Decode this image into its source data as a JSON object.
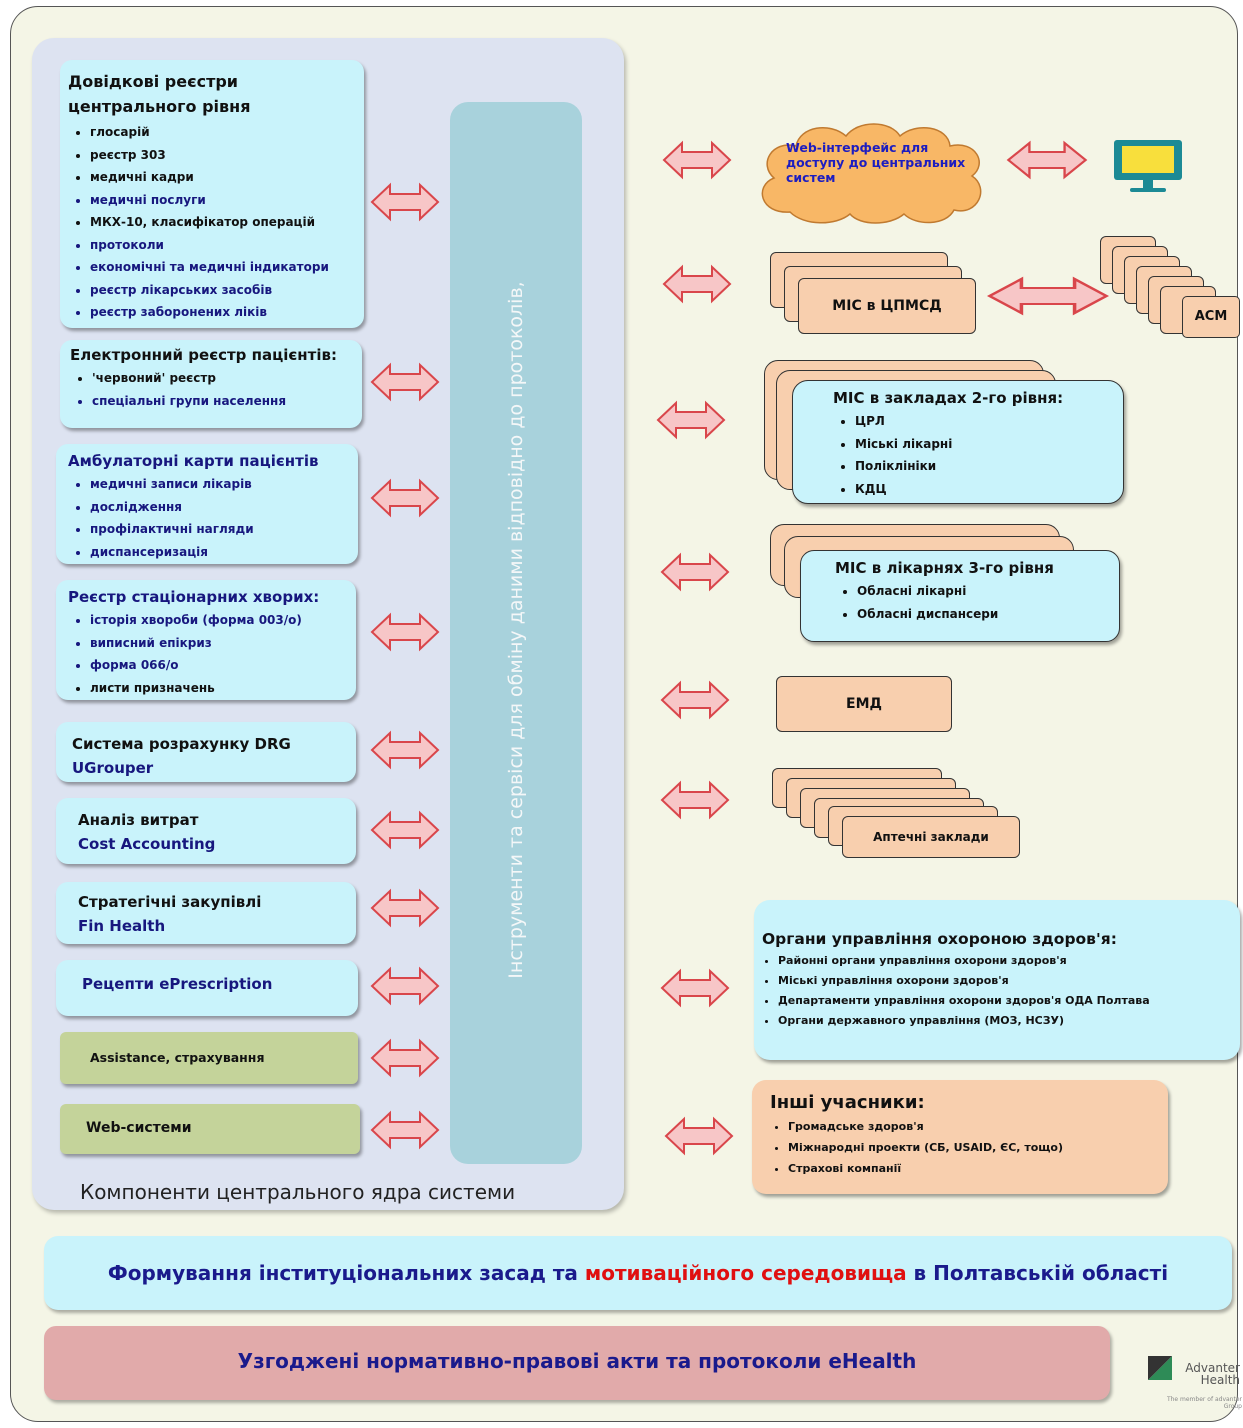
{
  "registries": {
    "title1": "Довідкові реєстри",
    "title2": "центрального рівня",
    "items": [
      "глосарій",
      "реєстр 303",
      "медичні кадри",
      "медичні послуги",
      "МКХ-10, класифікатор операцій",
      "протоколи",
      "економічні та медичні індикатори",
      "реєстр лікарських засобів",
      "реєстр заборонених ліків"
    ]
  },
  "patients": {
    "title": "Електронний реєстр пацієнтів:",
    "items": [
      "'червоний' реєстр",
      "спеціальні групи населення"
    ]
  },
  "ambulatory": {
    "title": "Амбулаторні карти пацієнтів",
    "items": [
      "медичні записи лікарів",
      "дослідження",
      "профілактичні нагляди",
      "диспансеризація"
    ]
  },
  "inpatient": {
    "title": "Реєстр стаціонарних хворих:",
    "items": [
      "історія хвороби (форма 003/о)",
      "виписний епікриз",
      "форма 066/о",
      "листи призначень"
    ]
  },
  "drg": {
    "line1": "Система розрахунку DRG",
    "line2": "UGrouper"
  },
  "cost": {
    "line1": "Аналіз витрат",
    "line2": "Cost Accounting"
  },
  "procurement": {
    "line1": "Стратегічні закупівлі",
    "line2": "Fin  Health"
  },
  "prescription": {
    "label": "Рецепти ePrescription"
  },
  "assistance": {
    "label": "Assistance, страхування"
  },
  "web_systems": {
    "label": "Web-системи"
  },
  "core_label": "Компоненти центрального ядра системи",
  "tools_label": "Інструменти та сервіси для обміну даними відповідно до протоколів,",
  "web_interface": "Web-інтерфейс для доступу до центральних систем",
  "mis_pmsd": "МІС в ЦПМСД",
  "acm": "АСМ",
  "mis_level2": {
    "title": "МІС в закладах 2-го рівня:",
    "items": [
      "ЦРЛ",
      "Міські лікарні",
      "Поліклініки",
      "КДЦ"
    ]
  },
  "mis_level3": {
    "title": "МІС в лікарнях 3-го рівня",
    "items": [
      "Обласні лікарні",
      "Обласні диспансери"
    ]
  },
  "emd": "ЕМД",
  "pharmacies": "Аптечні заклади",
  "health_authorities": {
    "title": "Органи управління охороною здоров'я:",
    "items": [
      "Районні органи управління охорони здоров'я",
      "Міські управління охорони здоров'я",
      "Департаменти управління охорони здоров'я ОДА Полтава",
      "Органи державного управління (МОЗ, НСЗУ)"
    ]
  },
  "others": {
    "title": "Інші учасники:",
    "items": [
      "Громадське здоров'я",
      "Міжнародні проекти (СБ, USAID, ЄС, тощо)",
      "Страхові компанії"
    ]
  },
  "banner1": {
    "part1": "Формування інституціональних засад та ",
    "part2": "мотиваційного середовища",
    "part3": " в Полтавській області"
  },
  "banner2": "Узгоджені нормативно-правові акти та протоколи eHealth",
  "logo": {
    "line1": "Advanter",
    "line2": "Health",
    "tagline": "The member of advanter Group"
  },
  "colors": {
    "cyan_box": "#c9f3fb",
    "green_box": "#c4d39a",
    "peach_box": "#f8cfae",
    "arrow_fill": "#f7c6c7",
    "arrow_stroke": "#d9464b",
    "highlight_red": "#e01010"
  }
}
